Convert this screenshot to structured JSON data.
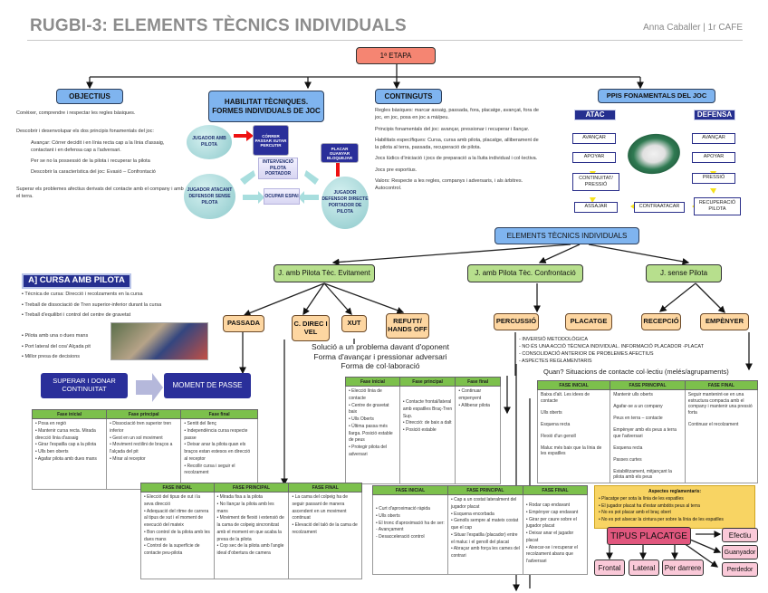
{
  "header": {
    "title": "RUGBI-3: ELEMENTS TÈCNICS INDIVIDUALS",
    "author": "Anna Caballer  |  1r CAFE"
  },
  "stage": {
    "label": "1ª ETAPA"
  },
  "objectius": {
    "title": "OBJECTIUS",
    "lines": [
      "Conèixer, comprendre i respectar les regles bàsiques.",
      "Descobrir i desenvolupar els dos principis fonamentals del joc:",
      "Avançar: Córrer decidit i en línia recta cap a la línia d'assaig, contactant i en defensa cap a l'adversari.",
      "Per se no la possessió de la pilota i recuperar la pilota",
      "Descobrir la característica del joc: Evasió – Confrontació",
      "Superar els problemes afectius derivats del contacte amb el company i amb el terra."
    ]
  },
  "habilitats": {
    "title": "HABILITAT TÈCNIQUES. FORMES INDIVIDUALS DE JOC",
    "nodes": {
      "jugador_amb_pilota": "JUGADOR AMB PILOTA",
      "correr": "CÓRRER PASSAR XUTAR PERCUTIR",
      "intervencio": "INTERVENCIÓ PILOTA PORTADOR",
      "jugador_atacant": "JUGADOR ATACANT DEFENSOR SENSE PILOTA",
      "ocupar": "OCUPAR ESPAI",
      "placar": "PLACAR GUANYAR BLOQUEJAR",
      "jugador_defensor": "JUGADOR DEFENSOR DIRECTE PORTADOR DE PILOTA"
    }
  },
  "continguts": {
    "title": "CONTINGUTS",
    "lines": [
      "Regles bàsiques: marcar assaig, passada, fora, placatge, avançat, fora de joc, en joc, posa en joc a mà/peu.",
      "Principis fonamentals del joc: avançar, pressionar i recuperar i llançar.",
      "Habilitats específiques: Cursa, cursa amb pilota, placatge, alliberament de la pilota al terra, passada, recuperació de pilota.",
      "Jocs lúdics d'iniciació i jocs de preparació a la lluita individual i col·lectiva.",
      "Jocs pre esportius.",
      "Valors: Respecte a les regles, companys i adversaris, i als àrbitres. Autocontrol."
    ]
  },
  "ppis": {
    "title": "PPIS FONAMENTALS DEL JOC",
    "atac": {
      "label": "ATAC",
      "steps": [
        "AVANÇAR",
        "APOYAR",
        "CONTINUITAT/ PRESSIÓ",
        "ASSAJAR"
      ]
    },
    "defensa": {
      "label": "DEFENSA",
      "steps": [
        "AVANÇAR",
        "APOYAR",
        "PRESSIÓ",
        "RECUPERACIÓ PILOTA"
      ]
    },
    "contraatacar": "CONTRAATACAR"
  },
  "elements": {
    "title": "ELEMENTS TÈCNICS INDIVIDUALS",
    "categories": [
      {
        "label": "J. amb Pilota Tèc. Evitament",
        "children": [
          "PASSADA",
          "C. DIREC I VEL",
          "XUT",
          "REFUTT/ HANDS OFF"
        ]
      },
      {
        "label": "J. amb Pilota Tèc. Confrontació",
        "children": [
          "PERCUSSIÓ"
        ]
      },
      {
        "label": "J. sense Pilota",
        "children": [
          "PLACATGE",
          "RECEPCIÓ",
          "EMPÈNYER"
        ]
      }
    ]
  },
  "cursa": {
    "title": "A] CURSA AMB PILOTA",
    "bullets_top": [
      "Tècnica de cursa: Direcció i recolzaments en la cursa",
      "Treball de dissociació de Tren superior-inferior durant la cursa",
      "Treball d'equilibri i control del centre de gravetat"
    ],
    "bullets_bottom": [
      "Pilota amb una o dues mans",
      "Port lateral del cos/ Alçada pit",
      "Millor presa de decisions"
    ],
    "superar": "SUPERAR I DONAR CONTINUITAT",
    "moment": "MOMENT DE PASSE"
  },
  "table_passada": {
    "headers": [
      "Fase inicial",
      "Fase principal",
      "Fase final"
    ],
    "cells": [
      "• Posa en regió\n• Mantenir cursa recta. Mirada direcció línia d'assaig\n• Girar l'espatlla cap a la pilota\n• Ulls ben oberts\n• Agafar pilota amb dues mans",
      "• Dissociació tren superior tren inferior\n• Gest en un sol moviment\n• Moviment rectilini de braços a l'alçada del pit\n• Mirar al receptor",
      "• Sentit del llenç\n• Independència cursa respecte passe\n• Deixar anar la pilota quan els braços estan estesos en direcció al receptor\n• Recollir cursa i seguir el recolzament"
    ]
  },
  "solucio": {
    "lines": [
      "Solució a un problema davant d'oponent",
      "Forma d'avançar i pressionar adversari",
      "Forma de col·laboració"
    ]
  },
  "table_percussio": {
    "headers": [
      "Fase inicial",
      "Fase principal",
      "Fase final"
    ],
    "cells": [
      "• Elecció línia de contacte\n• Centre de gravetat baix\n• Ulls Oberts\n• Última passa més llarga. Posició estable de peus\n• Protegir pilota del adversari",
      "• Contacte frontal/lateral amb espatlles Braç-Tren Sup.\n• Direcció: de baix a dalt\n• Posició estable",
      "• Continuar empenyent\n• Alliberar pilota"
    ]
  },
  "placatge_notes": [
    "- INVERSIÓ METODOLÒGICA",
    "- NO ÉS UNA ACCIÓ TÈCNICA INDIVIDUAL. INFORMACIÓ PLACADOR -PLACAT",
    "- CONSOLIDACIÓ ANTERIOR DE PROBLEMES AFECTIUS",
    "- ASPECTES REGLAMENTARIS"
  ],
  "quan": "Quan? Situacions de contacte col·lectiu (melés/agrupaments)",
  "table_empenyer": {
    "headers": [
      "FASE INICIAL",
      "FASE PRINCIPAL",
      "FASE FINAL"
    ],
    "cells": [
      "Baixa d'alt. Les idees de contacte\n\nUlls oberts\n\nEsquena recta\n\nFlexió d'un genoll\n\nMaluc més baix que la línia de les espatlles",
      "Mantenir ulls oberts\n\nAgafar-se a un company\n\nPeus en terra – contacte\n\nEmpènyer amb els peus a terra que l'adversari\n\nEsquena recta\n\nPasses curtes\n\nEstabilitzament, mitjançant la pilota amb els peus",
      "Seguir mantenint-se en una estructura compacta amb el company i mantenir una pressió forta\n\nContinuar el recolzament"
    ]
  },
  "table_xut": {
    "headers": [
      "FASE INICIAL",
      "FASE PRINCIPAL",
      "FASE FINAL"
    ],
    "cells": [
      "• Elecció del tipus de xut i la seva direcció\n• Adequació del ritme de carrera al tipus de xut i el moment de execució del mateix\n• Bon control de la pilota amb les dues mans\n• Control de la superfície de contacte peu-pilota",
      "• Mirada fixa a la pilota\n• No llançar la pilota amb les mans\n• Moviment de flexió i extensió de la cama de colpeig sincronitzat amb el moment en que acaba la presa de la pilota\n• Cop sec de la pilota amb l'angle ideal d'obertura de camera",
      "• La cama del colpeig ha de seguir passant de manera ascendent en un moviment continuat\n• Elevació del taló de la cama de recolzament"
    ]
  },
  "table_placatge": {
    "headers": [
      "FASE INICIAL",
      "FASE PRINCIPAL",
      "FASE FINAL"
    ],
    "cells": [
      "• Curt d'aproximació ràpida\n• Ulls oberts\n• El tronc d'aproximació ha de ser:\n   - Avançament\n   - Desacceleració control",
      "• Cap a un costat lateralment del jugador placat\n• Esquena encorbada\n• Genolls sempre al mateix costat que el cap\n• Situar l'espatlla (placador) entre el maluc i el genoll del placat\n• Abraçar amb força les cames del contrari",
      "• Rodar cap endavant\n• Empènyer cap endavant\n• Girar per caure sobre el jugador placat\n• Deixar anar el jugador placat\n• Aixecar-se i recuperar el recolzament abans que l'adversari"
    ]
  },
  "aspectes": {
    "title": "Aspectes reglamentaris:",
    "items": [
      "• Placatge per sota la línia de les espatlles",
      "• El jugador placat ha d'estar ambdós peus al terra",
      "• No es pot placar amb el braç obert",
      "• No es pot alsecar la cintura per sobre la línia de les espatlles"
    ]
  },
  "tipus_placatge": {
    "title": "TIPUS PLACATGE",
    "types": [
      "Frontal",
      "Lateral",
      "Per darrere"
    ],
    "results": [
      "Efectiu",
      "Guanyador",
      "Perdedor"
    ]
  }
}
